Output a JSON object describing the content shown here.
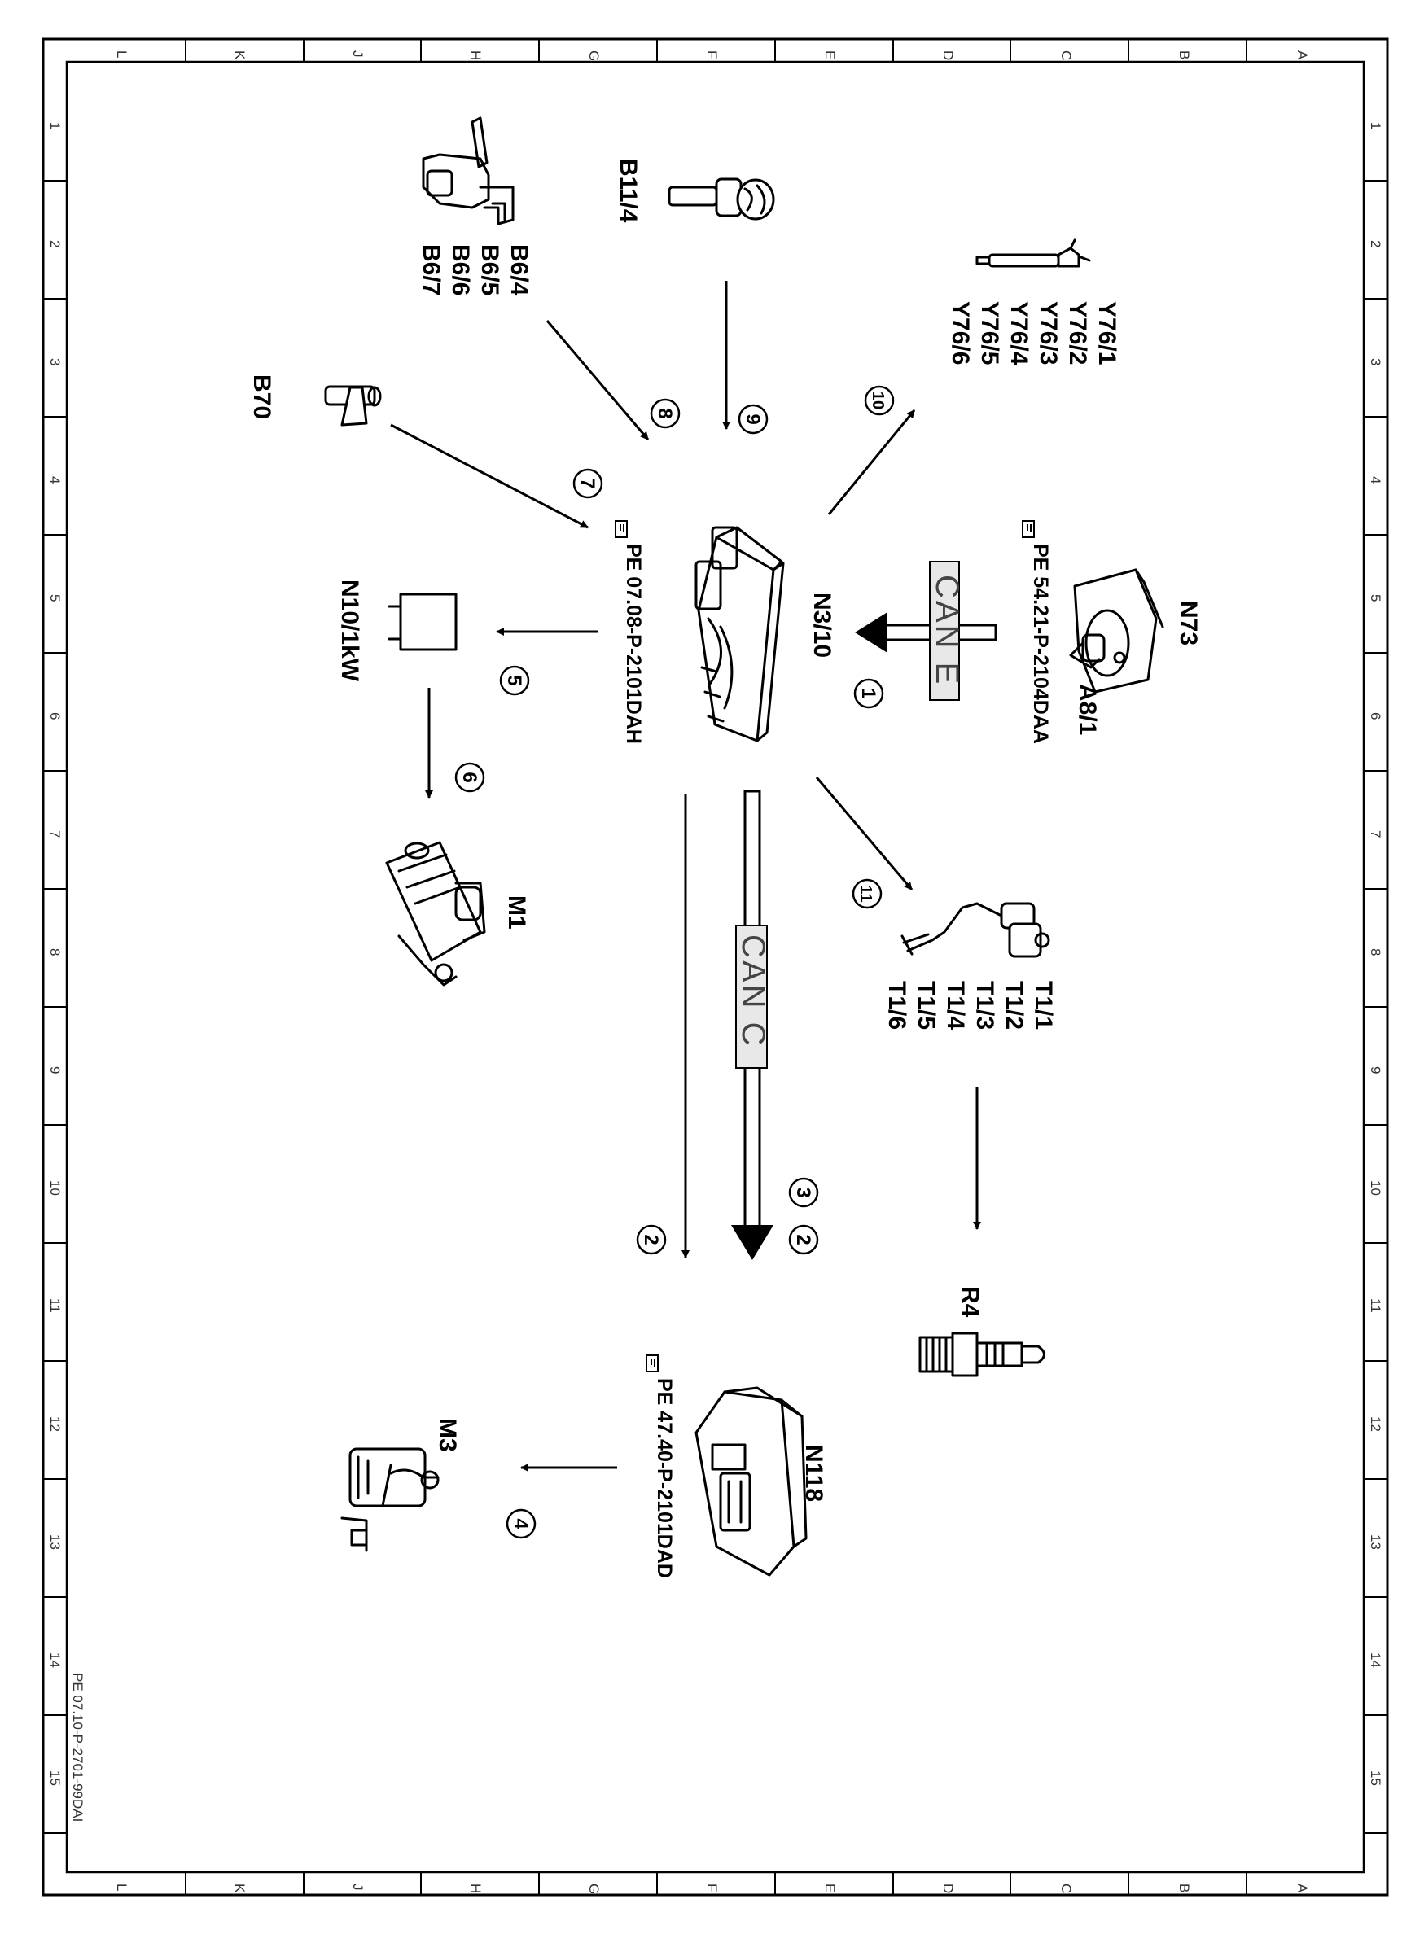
{
  "grid": {
    "letters": [
      "L",
      "K",
      "J",
      "H",
      "G",
      "F",
      "E",
      "D",
      "C",
      "B",
      "A"
    ],
    "numbers": [
      "1",
      "2",
      "3",
      "4",
      "5",
      "6",
      "7",
      "8",
      "9",
      "10",
      "11",
      "12",
      "13",
      "14",
      "15"
    ]
  },
  "components": {
    "n3_10": "N3/10",
    "n73": "N73",
    "a8_1": "A8/1",
    "n10_1kw": "N10/1kW",
    "m1": "M1",
    "b70": "B70",
    "b6_4": "B6/4",
    "b6_5": "B6/5",
    "b6_6": "B6/6",
    "b6_7": "B6/7",
    "b11_4": "B11/4",
    "y76_1": "Y76/1",
    "y76_2": "Y76/2",
    "y76_3": "Y76/3",
    "y76_4": "Y76/4",
    "y76_5": "Y76/5",
    "y76_6": "Y76/6",
    "t1_1": "T1/1",
    "t1_2": "T1/2",
    "t1_3": "T1/3",
    "t1_4": "T1/4",
    "t1_5": "T1/5",
    "t1_6": "T1/6",
    "r4": "R4",
    "n118": "N118",
    "m3": "M3"
  },
  "references": {
    "pe_n3_10": "PE 07.08-P-2101DAH",
    "pe_n73": "PE 54.21-P-2104DAA",
    "pe_n118": "PE 47.40-P-2101DAD"
  },
  "buses": {
    "can_e": "CAN E",
    "can_c": "CAN C"
  },
  "steps": [
    "1",
    "2",
    "2",
    "3",
    "4",
    "5",
    "6",
    "7",
    "8",
    "9",
    "10",
    "11"
  ],
  "document_id": "PE 07.10-P-2701-99DAI"
}
